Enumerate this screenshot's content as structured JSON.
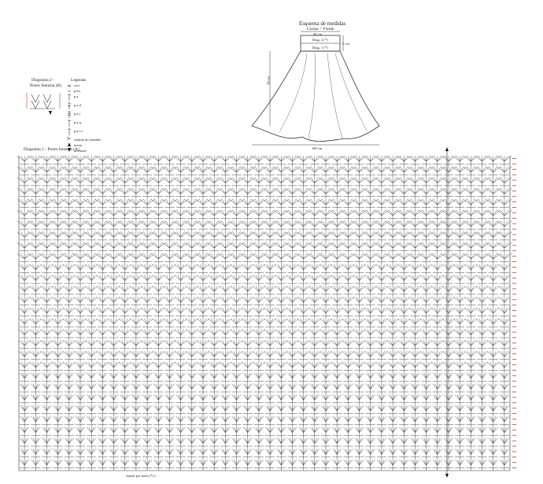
{
  "schema": {
    "title": "Esquema de medidas",
    "subtitle": "Costas = Frente",
    "top_width": "40 cm",
    "waist_height": "5 cm",
    "length": "50 cm",
    "hem_width": "180 cm",
    "band_labels": [
      "Diag. 2 (*)",
      "Diag. 1 (*)"
    ]
  },
  "diagram2": {
    "title_line1": "Diagrama 2 -",
    "title_line2": "Ponto fantasia (B)"
  },
  "legend": {
    "title": "Legenda",
    "items": [
      "corr.",
      "p.bx.",
      "p.a.",
      "p.a.d.",
      "p.a.t.",
      "p.a.q.",
      "p.a.t.s.",
      "sentido do trabalho",
      "início",
      "arremate"
    ]
  },
  "diagram1": {
    "title": "Diagrama 1 - Ponto fantasia (A)",
    "footer": "repetir por mais (*) x",
    "row_count": 58,
    "repeat_count": 44
  },
  "colors": {
    "ink": "#333333",
    "row_number": "#c0392b",
    "repeat_line": "#555555"
  }
}
